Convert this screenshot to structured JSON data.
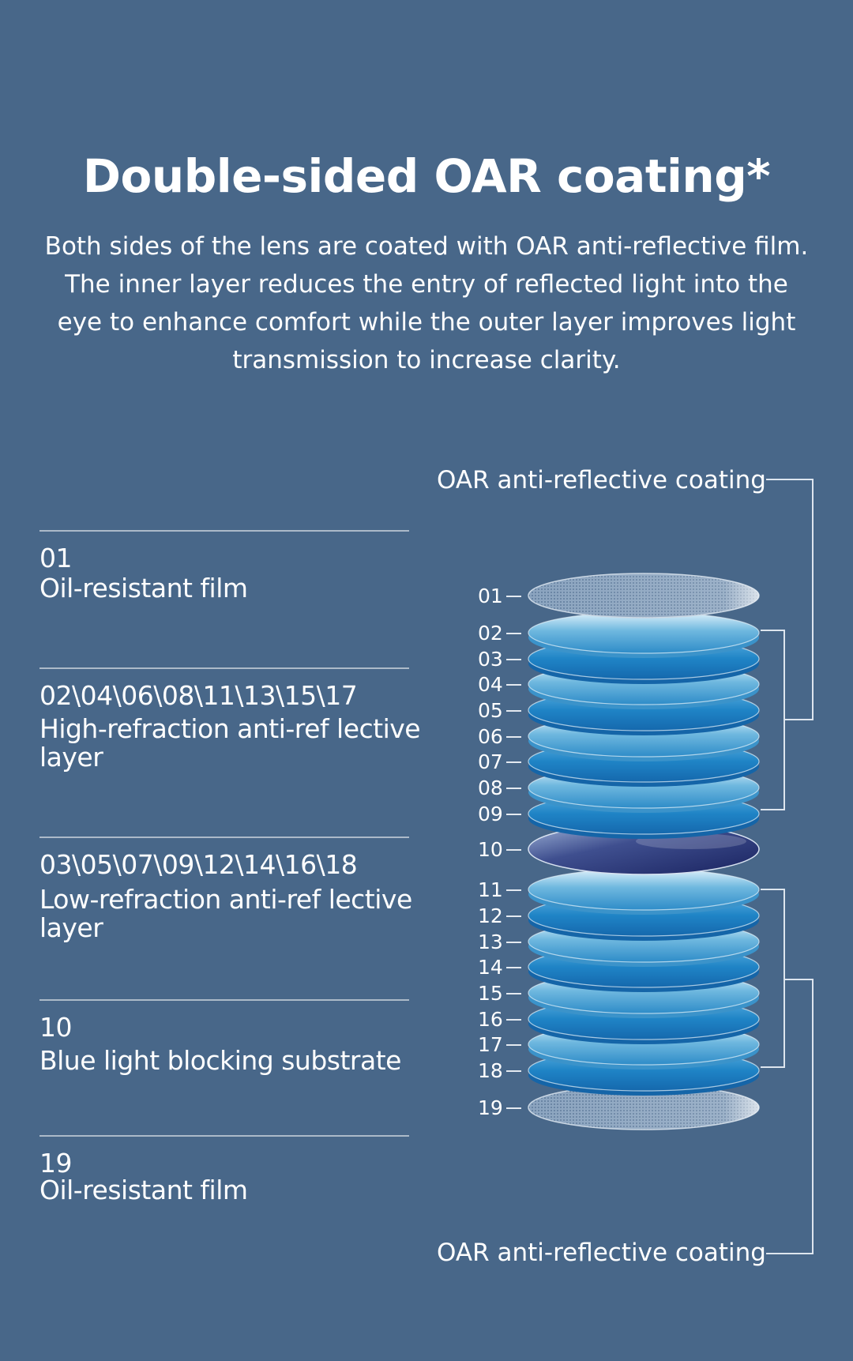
{
  "header": {
    "title": "Double-sided OAR coating*",
    "description": "Both sides of the lens are coated with OAR anti-reflective film. The inner layer reduces the entry of reflected light into the eye to enhance comfort while the outer layer improves light transmission to increase clarity."
  },
  "legend": [
    {
      "code": "01",
      "label": "Oil-resistant film"
    },
    {
      "code": "02\\04\\06\\08\\11\\13\\15\\17",
      "label": "High-refraction anti-ref lective layer"
    },
    {
      "code": "03\\05\\07\\09\\12\\14\\16\\18",
      "label": "Low-refraction anti-ref lective layer"
    },
    {
      "code": "10",
      "label": "Blue light blocking substrate"
    },
    {
      "code": "19",
      "label": "Oil-resistant film"
    }
  ],
  "callouts": {
    "top": "OAR anti-reflective coating",
    "bottom": "OAR anti-reflective coating"
  },
  "layers": [
    {
      "num": "01",
      "kind": "oil"
    },
    {
      "num": "02",
      "kind": "high"
    },
    {
      "num": "03",
      "kind": "low"
    },
    {
      "num": "04",
      "kind": "high"
    },
    {
      "num": "05",
      "kind": "low"
    },
    {
      "num": "06",
      "kind": "high"
    },
    {
      "num": "07",
      "kind": "low"
    },
    {
      "num": "08",
      "kind": "high"
    },
    {
      "num": "09",
      "kind": "low"
    },
    {
      "num": "10",
      "kind": "substrate"
    },
    {
      "num": "11",
      "kind": "high"
    },
    {
      "num": "12",
      "kind": "low"
    },
    {
      "num": "13",
      "kind": "high"
    },
    {
      "num": "14",
      "kind": "low"
    },
    {
      "num": "15",
      "kind": "high"
    },
    {
      "num": "16",
      "kind": "low"
    },
    {
      "num": "17",
      "kind": "high"
    },
    {
      "num": "18",
      "kind": "low"
    },
    {
      "num": "19",
      "kind": "oil"
    }
  ],
  "colors": {
    "background": "#486789",
    "text": "#ffffff",
    "rule": "#c5cfda",
    "high_layer": "#7cc1e4",
    "low_layer": "#1d84c6",
    "substrate": "#25306e",
    "oil_film": "#b9c9d8"
  }
}
